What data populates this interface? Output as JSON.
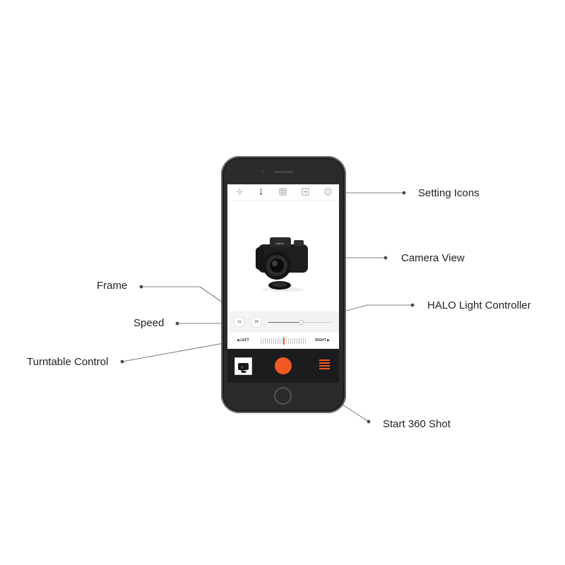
{
  "callouts": {
    "setting_icons": "Setting Icons",
    "camera_view": "Camera View",
    "frame": "Frame",
    "speed": "Speed",
    "halo_light_controller": "HALO Light Controller",
    "turntable_control": "Turntable Control",
    "start_360_shot": "Start 360 Shot"
  },
  "app": {
    "settings_icons": [
      "brightness-icon",
      "temperature-icon",
      "grid-icon",
      "export-icon",
      "info-icon"
    ],
    "speed_value": "1s",
    "frame_value": "24",
    "light_level": 0.5,
    "turntable": {
      "left_label": "LEFT",
      "right_label": "RIGHT",
      "position": 0.5
    },
    "bottom_bar": {
      "thumbnail": "camera-thumbnail",
      "shoot_button": "start-360-shot-button",
      "menu": "menu-icon"
    }
  },
  "colors": {
    "accent": "#f05a22",
    "phone_body": "#2b2b2d",
    "bottom_bar": "#1c1c1e"
  }
}
